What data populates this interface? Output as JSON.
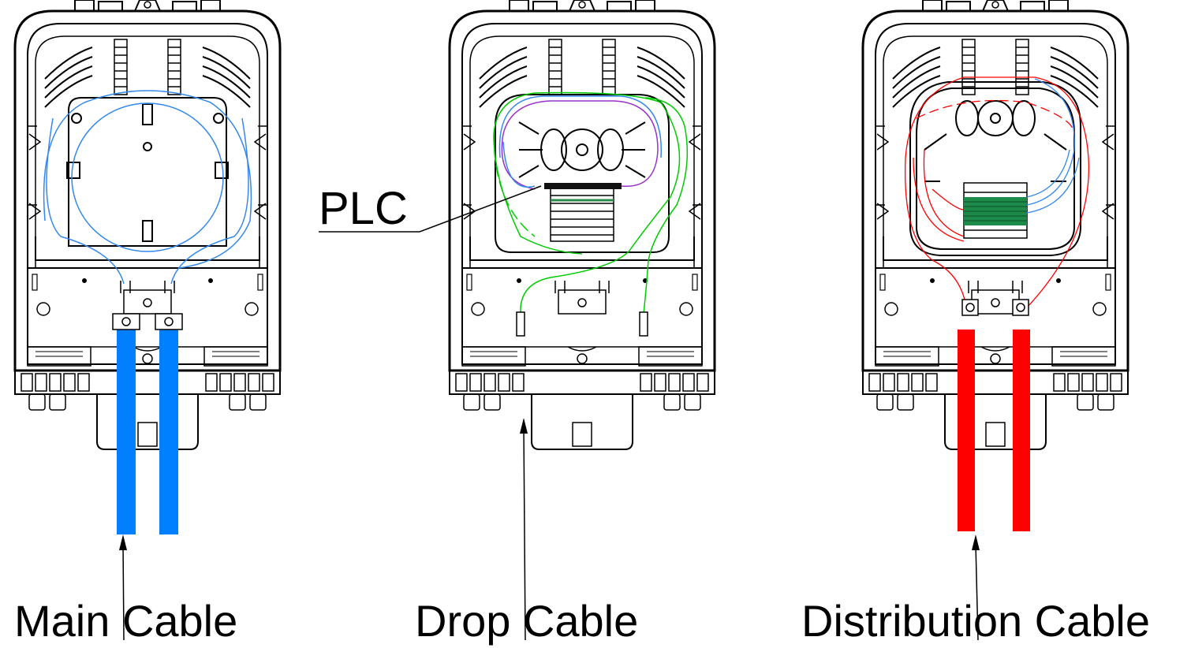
{
  "labels": {
    "plc": "PLC",
    "main_cable": "Main  Cable",
    "drop_cable": "Drop  Cable",
    "distribution_cable": "Distribution  Cable"
  },
  "colors": {
    "outline": "#000000",
    "main_cable": "#0080ff",
    "drop_fiber": "#00cc00",
    "splitter_fiber": "#9933cc",
    "distribution_cable": "#ff0000",
    "fiber_blue": "#3388ee",
    "adapter_green": "#1e8a4a"
  },
  "icons": [
    "fiber-distribution-box",
    "splice-tray",
    "plc-splitter",
    "cable-clamp"
  ]
}
